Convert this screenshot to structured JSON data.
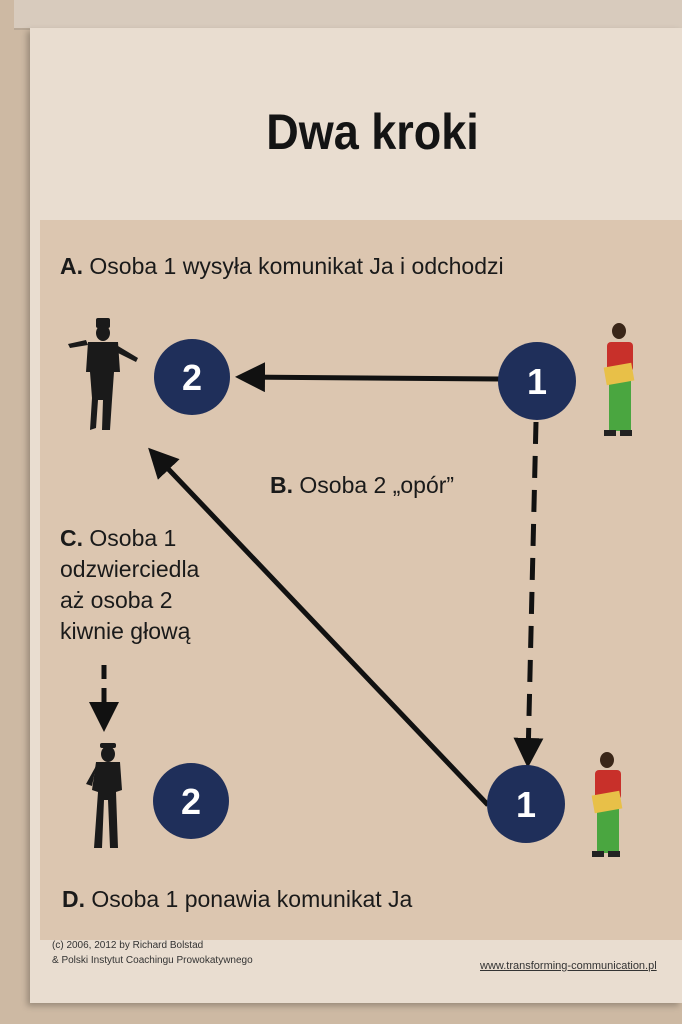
{
  "title": "Dwa kroki",
  "steps": {
    "a": {
      "letter": "A.",
      "text": "Osoba 1 wysyła komunikat Ja i odchodzi"
    },
    "b": {
      "letter": "B.",
      "text": "Osoba 2 „opór”"
    },
    "c": {
      "letter": "C.",
      "lines": [
        "Osoba 1",
        "odzwierciedla",
        "aż osoba 2",
        "kiwnie głową"
      ]
    },
    "d": {
      "letter": "D.",
      "text": "Osoba 1 ponawia komunikat Ja"
    }
  },
  "nodes": {
    "person1": "1",
    "person2": "2"
  },
  "footer": {
    "copyright": "(c) 2006, 2012 by Richard Bolstad",
    "institute": "& Polski Instytut Coachingu Prowokatywnego",
    "url": "www.transforming-communication.pl"
  },
  "colors": {
    "circle": "#1f2f5a",
    "arrow": "#111111",
    "shirt": "#c8302a",
    "pants": "#4aa640",
    "folder": "#e8c048"
  }
}
